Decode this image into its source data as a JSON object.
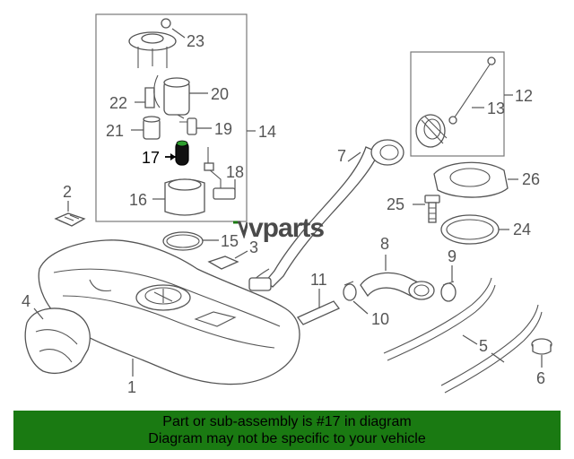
{
  "brand": {
    "logo_text": "vparts"
  },
  "callouts": [
    "1",
    "2",
    "3",
    "4",
    "5",
    "6",
    "7",
    "8",
    "9",
    "10",
    "11",
    "12",
    "13",
    "14",
    "15",
    "16",
    "17",
    "18",
    "19",
    "20",
    "21",
    "22",
    "23",
    "24",
    "25",
    "26"
  ],
  "highlight_part": "17",
  "banner": {
    "line1": "Part or sub-assembly is #17 in diagram",
    "line2": "Diagram may not be specific to your vehicle",
    "color": "#1a7a12"
  }
}
